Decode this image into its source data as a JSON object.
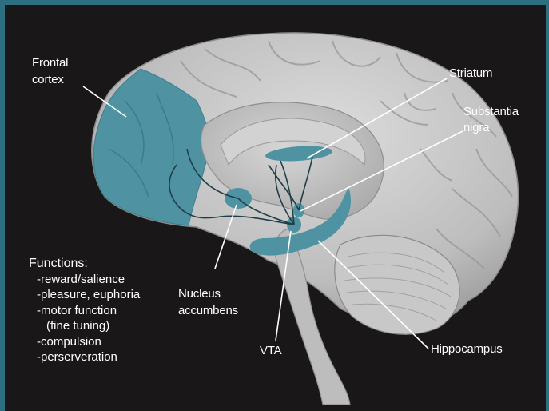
{
  "labels": {
    "frontal_line1": "Frontal",
    "frontal_line2": "cortex",
    "striatum": "Striatum",
    "substantia_line1": "Substantia",
    "substantia_line2": "nigra",
    "nucleus_line1": "Nucleus",
    "nucleus_line2": "accumbens",
    "vta": "VTA",
    "hippocampus": "Hippocampus"
  },
  "functions": {
    "title": "Functions:",
    "items": [
      "-reward/salience",
      "-pleasure, euphoria",
      "-motor function",
      "(fine tuning)",
      "-compulsion",
      "-perserveration"
    ]
  },
  "colors": {
    "border": "#2c6f80",
    "background": "#1a1718",
    "brain": "#c4c4c4",
    "highlight": "#4f93a3",
    "label_text": "#ffffff"
  }
}
